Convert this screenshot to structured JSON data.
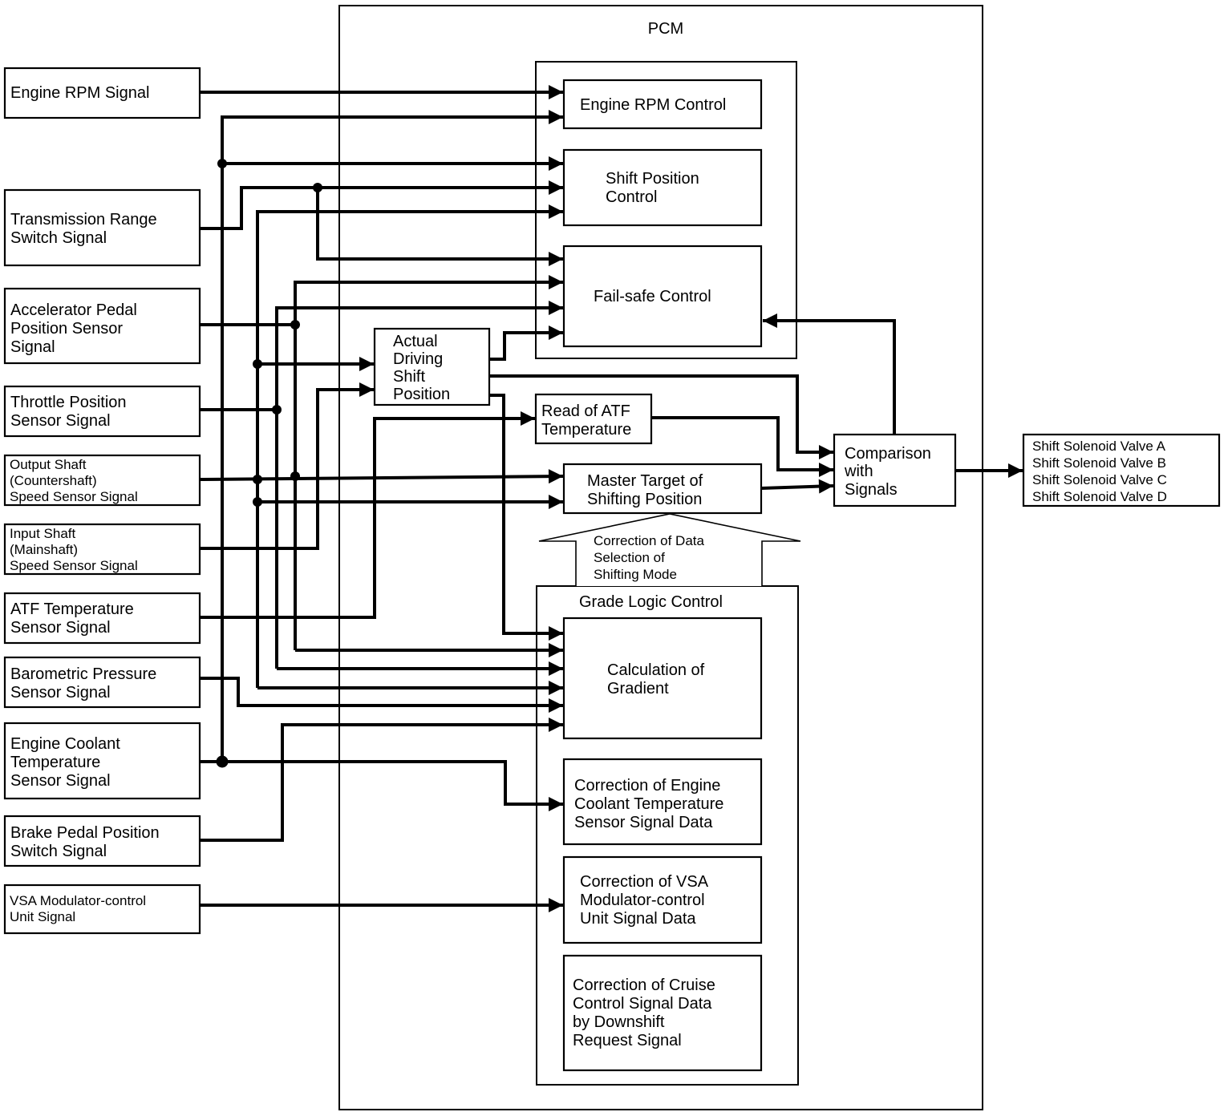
{
  "pcm": {
    "title": "PCM"
  },
  "inputs": {
    "engine_rpm": [
      "Engine RPM Signal"
    ],
    "transmission_range": [
      "Transmission Range",
      "Switch Signal"
    ],
    "accelerator_pedal": [
      "Accelerator Pedal",
      "Position Sensor",
      "Signal"
    ],
    "throttle_position": [
      "Throttle Position",
      "Sensor Signal"
    ],
    "output_shaft": [
      "Output Shaft",
      "(Countershaft)",
      "Speed Sensor Signal"
    ],
    "input_shaft": [
      "Input Shaft",
      "(Mainshaft)",
      "Speed Sensor Signal"
    ],
    "atf_temperature": [
      "ATF Temperature",
      "Sensor Signal"
    ],
    "barometric_pressure": [
      "Barometric Pressure",
      "Sensor Signal"
    ],
    "engine_coolant": [
      "Engine Coolant",
      "Temperature",
      "Sensor Signal"
    ],
    "brake_pedal": [
      "Brake Pedal Position",
      "Switch Signal"
    ],
    "vsa_modulator": [
      "VSA Modulator-control",
      "Unit Signal"
    ]
  },
  "blocks": {
    "engine_rpm_control": [
      "Engine RPM Control"
    ],
    "shift_position_control": [
      "Shift Position",
      "Control"
    ],
    "fail_safe_control": [
      "Fail-safe Control"
    ],
    "actual_driving_shift_position": [
      "Actual",
      "Driving",
      "Shift",
      "Position"
    ],
    "read_of_atf_temperature": [
      "Read of ATF",
      "Temperature"
    ],
    "master_target": [
      "Master Target of",
      "Shifting Position"
    ],
    "comparison_with_signals": [
      "Comparison",
      "with",
      "Signals"
    ],
    "correction_arrow": [
      "Correction of Data",
      "Selection of",
      "Shifting Mode"
    ],
    "grade_logic_title": "Grade Logic Control",
    "calculation_of_gradient": [
      "Calculation of",
      "Gradient"
    ],
    "correction_ect": [
      "Correction of Engine",
      "Coolant Temperature",
      "Sensor Signal Data"
    ],
    "correction_vsa": [
      "Correction of VSA",
      "Modulator-control",
      "Unit Signal Data"
    ],
    "correction_cruise": [
      "Correction of Cruise",
      "Control Signal Data",
      "by Downshift",
      "Request Signal"
    ]
  },
  "outputs": [
    "Shift Solenoid Valve A",
    "Shift Solenoid Valve B",
    "Shift Solenoid Valve C",
    "Shift Solenoid Valve D"
  ]
}
